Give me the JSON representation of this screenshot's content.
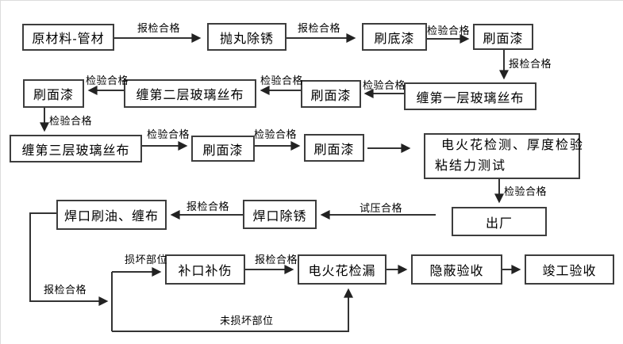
{
  "diagram": {
    "type": "flowchart",
    "description_language": "zh-CN",
    "colors": {
      "background": "#ffffff",
      "line": "#333333",
      "box_border": "#3d3d3d",
      "text": "#000000"
    },
    "nodes": {
      "raw_material": "原材料-管材",
      "shot_blast_derust": "抛丸除锈",
      "brush_primer": "刷底漆",
      "brush_topcoat_1": "刷面漆",
      "wrap_fiberglass_layer1": "缠第一层玻璃丝布",
      "brush_topcoat_2": "刷面漆",
      "wrap_fiberglass_layer2": "缠第二层玻璃丝布",
      "brush_topcoat_3": "刷面漆",
      "wrap_fiberglass_layer3": "缠第三层玻璃丝布",
      "brush_topcoat_4": "刷面漆",
      "brush_topcoat_5": "刷面漆",
      "spark_thickness_test_line1": "电火花检测、厚度检验",
      "spark_thickness_test_line2": "粘结力测试",
      "leave_factory": "出厂",
      "weld_joint_derust": "焊口除锈",
      "weld_joint_oil_wrap": "焊口刷油、缠布",
      "joint_damage_repair": "补口补伤",
      "spark_leak_detection": "电火花检漏",
      "concealed_acceptance": "隐蔽验收",
      "completion_acceptance": "竣工验收"
    },
    "edge_labels": {
      "raw_to_blast": "报检合格",
      "blast_to_primer": "报检合格",
      "primer_to_topcoat1": "检验合格",
      "topcoat1_to_wrap1": "报检合格",
      "wrap1_to_topcoat2": "检验合格",
      "topcoat2_to_wrap2": "检验合格",
      "wrap2_to_topcoat3": "检验合格",
      "topcoat3_to_wrap3": "检验合格",
      "wrap3_to_topcoat4": "检验合格",
      "topcoat4_to_topcoat5": "检验合格",
      "test_to_factory": "检验合格",
      "pressure_to_weld_derust": "试压合格",
      "weld_derust_to_oil_wrap": "报检合格",
      "oil_wrap_to_junction": "报检合格",
      "junction_to_repair": "损坏部位",
      "repair_to_leak_test": "报检合格",
      "undamaged_path": "未损坏部位"
    }
  }
}
